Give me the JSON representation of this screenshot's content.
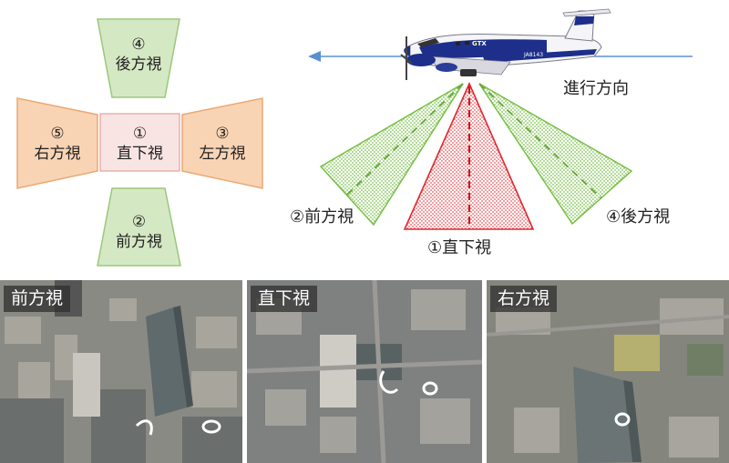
{
  "panels": {
    "back": {
      "num": "④",
      "label": "後方視"
    },
    "right": {
      "num": "⑤",
      "label": "右方視"
    },
    "nadir": {
      "num": "①",
      "label": "直下視"
    },
    "left": {
      "num": "③",
      "label": "左方視"
    },
    "front": {
      "num": "②",
      "label": "前方視"
    }
  },
  "plane_diagram": {
    "direction_label": "進行方向",
    "forward_label": "②前方視",
    "nadir_label": "①直下視",
    "backward_label": "④後方視",
    "plane_text_brand": "GTX",
    "plane_text_reg": "JA8143"
  },
  "photos": [
    {
      "label": "前方視"
    },
    {
      "label": "直下視"
    },
    {
      "label": "右方視"
    }
  ],
  "colors": {
    "green_fill": "#c9e3b4",
    "green_stroke": "#8fbf6a",
    "orange_fill": "#f7c7a0",
    "orange_stroke": "#e8a06a",
    "pink_fill": "#f8e2e2",
    "red": "#e0272e",
    "arrow_blue": "#5a8fd0"
  }
}
